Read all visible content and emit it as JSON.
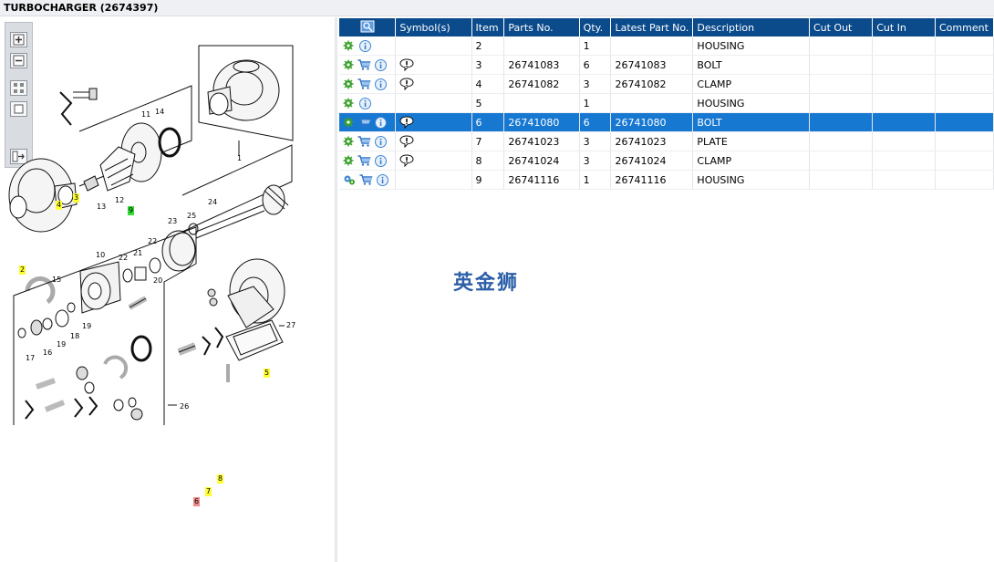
{
  "window": {
    "title": "TURBOCHARGER (2674397)"
  },
  "toolbar": {
    "buttons": [
      {
        "name": "zoom-in",
        "icon": "zoom-in-icon"
      },
      {
        "name": "zoom-out",
        "icon": "zoom-out-icon"
      },
      {
        "name": "fit-all",
        "icon": "grid-icon"
      },
      {
        "name": "actual-size",
        "icon": "square-icon"
      },
      {
        "name": "export-list",
        "icon": "list-export-icon"
      }
    ]
  },
  "table": {
    "columns": [
      "",
      "Symbol(s)",
      "Item",
      "Parts No.",
      "Qty.",
      "Latest Part No.",
      "Description",
      "Cut Out",
      "Cut In",
      "Comment"
    ],
    "rows": [
      {
        "item": "2",
        "part_no": "",
        "qty": "1",
        "latest": "",
        "desc": "HOUSING",
        "cart": false,
        "symbol": false,
        "settings_icon": "gear-icon"
      },
      {
        "item": "3",
        "part_no": "26741083",
        "qty": "6",
        "latest": "26741083",
        "desc": "BOLT",
        "cart": true,
        "symbol": true,
        "settings_icon": "gear-icon"
      },
      {
        "item": "4",
        "part_no": "26741082",
        "qty": "3",
        "latest": "26741082",
        "desc": "CLAMP",
        "cart": true,
        "symbol": true,
        "settings_icon": "gear-icon"
      },
      {
        "item": "5",
        "part_no": "",
        "qty": "1",
        "latest": "",
        "desc": "HOUSING",
        "cart": false,
        "symbol": false,
        "settings_icon": "gear-icon"
      },
      {
        "item": "6",
        "part_no": "26741080",
        "qty": "6",
        "latest": "26741080",
        "desc": "BOLT",
        "cart": true,
        "symbol": true,
        "settings_icon": "gear-icon",
        "selected": true
      },
      {
        "item": "7",
        "part_no": "26741023",
        "qty": "3",
        "latest": "26741023",
        "desc": "PLATE",
        "cart": true,
        "symbol": true,
        "settings_icon": "gear-icon"
      },
      {
        "item": "8",
        "part_no": "26741024",
        "qty": "3",
        "latest": "26741024",
        "desc": "CLAMP",
        "cart": true,
        "symbol": true,
        "settings_icon": "gear-icon"
      },
      {
        "item": "9",
        "part_no": "26741116",
        "qty": "1",
        "latest": "26741116",
        "desc": "HOUSING",
        "cart": true,
        "symbol": false,
        "settings_icon": "gears-icon"
      }
    ]
  },
  "watermark": "英金狮",
  "drawing": {
    "callouts_highlighted": [
      {
        "label": "4",
        "color": "yellow"
      },
      {
        "label": "3",
        "color": "yellow"
      },
      {
        "label": "9",
        "color": "green"
      },
      {
        "label": "2",
        "color": "yellow"
      },
      {
        "label": "5",
        "color": "yellow"
      },
      {
        "label": "8",
        "color": "yellow"
      },
      {
        "label": "7",
        "color": "yellow"
      },
      {
        "label": "6",
        "color": "red"
      }
    ],
    "labels": [
      "14",
      "11",
      "1",
      "13",
      "12",
      "24",
      "25",
      "23",
      "10",
      "22",
      "21",
      "22",
      "15",
      "20",
      "19",
      "18",
      "17",
      "16",
      "19",
      "27",
      "26"
    ]
  },
  "colors": {
    "header_bg": "#0b4b8c",
    "selected_row": "#1778d2",
    "gear": "#3aa02b",
    "cart": "#2f74c6",
    "info": "#3d86d4",
    "callout_yellow": "#ffff33",
    "callout_green": "#33dd33",
    "callout_red": "#f08a8a"
  }
}
